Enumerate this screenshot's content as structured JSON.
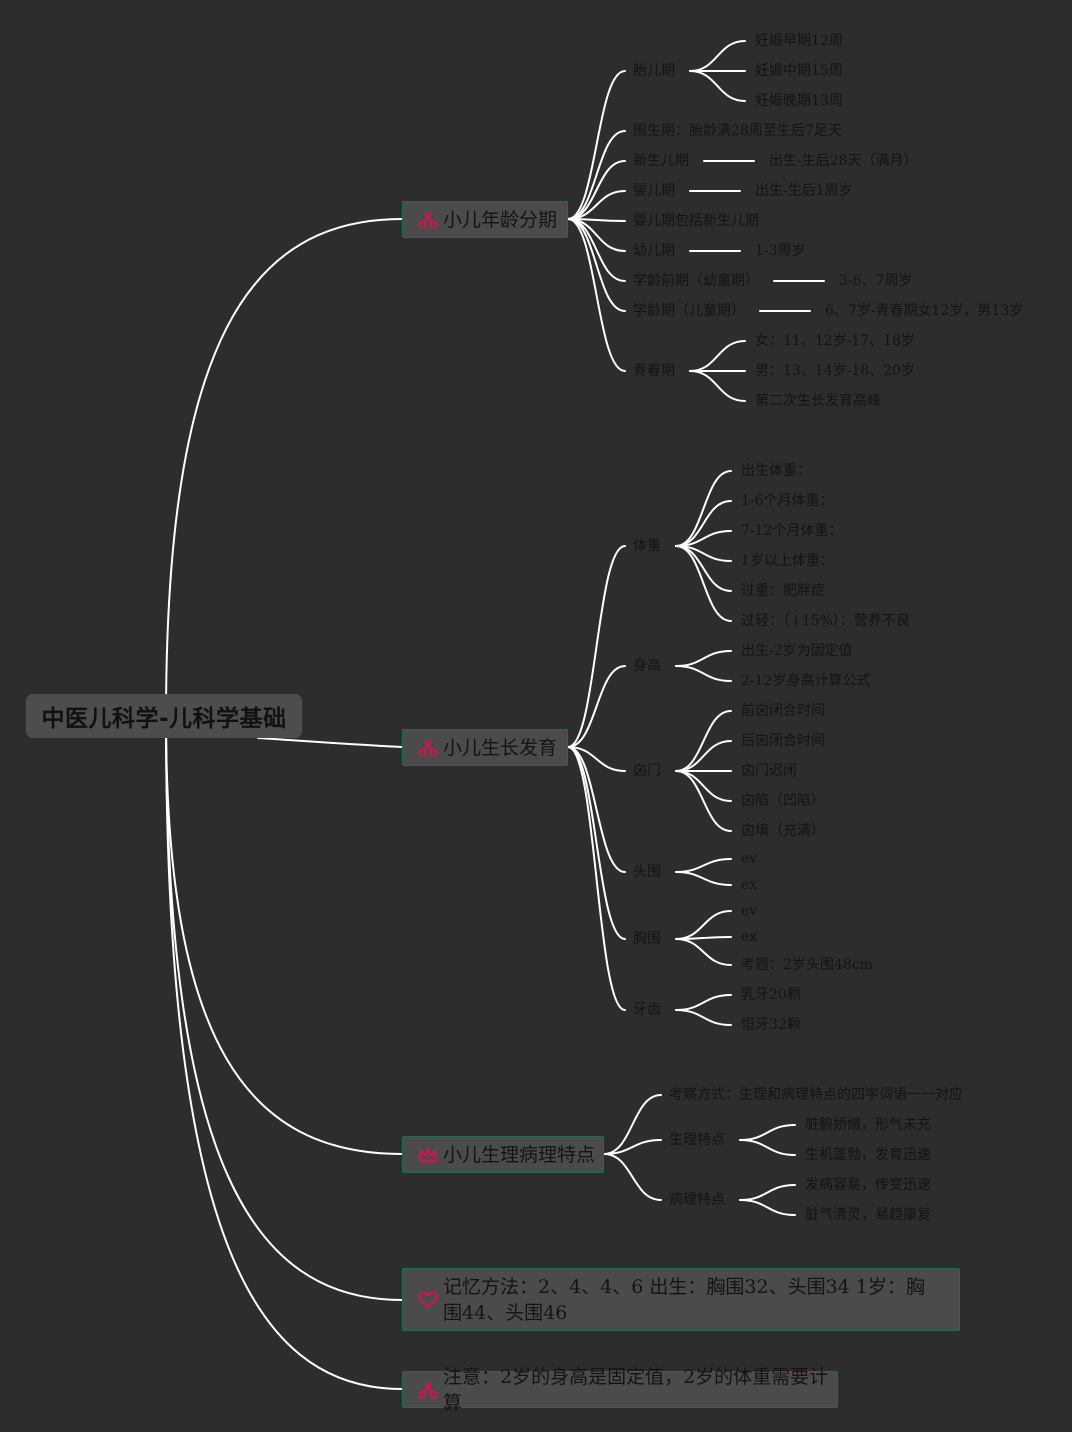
{
  "root": {
    "title": "中医儿科学-儿科学基础"
  },
  "colors": {
    "background": "#2d2d2d",
    "line": "#ffffff",
    "topic_fill": "#4b4b4b",
    "topic_border": "#1d6b5c",
    "icon": "#d8124f",
    "text": "#141414"
  },
  "branches": [
    {
      "label": "小儿年龄分期",
      "icon": "scissors-icon",
      "children": [
        {
          "label": "胎儿期",
          "children": [
            "妊娠早期12周",
            "妊娠中期15周",
            "妊娠晚期13周"
          ]
        },
        {
          "label": "围生期：胎龄满28周至生后7足天"
        },
        {
          "label": "新生儿期",
          "children": [
            "出生-生后28天（满月）"
          ]
        },
        {
          "label": "婴儿期",
          "children": [
            "出生-生后1周岁"
          ]
        },
        {
          "label": "婴儿期包括新生儿期"
        },
        {
          "label": "幼儿期",
          "children": [
            "1-3周岁"
          ]
        },
        {
          "label": "学龄前期（幼童期）",
          "children": [
            "3-6、7周岁"
          ]
        },
        {
          "label": "学龄期（儿童期）",
          "children": [
            "6、7岁-青春期女12岁，男13岁"
          ]
        },
        {
          "label": "青春期",
          "children": [
            "女：11、12岁-17、18岁",
            "男：13、14岁-18、20岁",
            "第二次生长发育高峰"
          ]
        }
      ]
    },
    {
      "label": "小儿生长发育",
      "icon": "scissors-icon",
      "children": [
        {
          "label": "体重",
          "children": [
            "出生体重：",
            "1-6个月体重：",
            "7-12个月体重：",
            "1岁以上体重：",
            "过重：肥胖症",
            "过轻：（↓15%）：营养不良"
          ]
        },
        {
          "label": "身高",
          "children": [
            "出生-2岁为固定值",
            "2-12岁身高计算公式"
          ]
        },
        {
          "label": "囟门",
          "children": [
            "前囟闭合时间",
            "后囟闭合时间",
            "囟门迟闭",
            "囟陷（凹陷）",
            "囟填（充满）"
          ]
        },
        {
          "label": "头围",
          "children": [
            "ev",
            "ex"
          ]
        },
        {
          "label": "胸围",
          "children": [
            "ev",
            "ex",
            "考题：2岁头围48cm"
          ]
        },
        {
          "label": "牙齿",
          "children": [
            "乳牙20颗",
            "恒牙32颗"
          ]
        }
      ]
    },
    {
      "label": "小儿生理病理特点",
      "icon": "crown-icon",
      "children": [
        {
          "label": "考察方式：生理和病理特点的四字词语一一对应"
        },
        {
          "label": "生理特点",
          "children": [
            "脏腑娇嫩，形气未充",
            "生机蓬勃，发育迅速"
          ]
        },
        {
          "label": "病理特点",
          "children": [
            "发病容易，传变迅速",
            "脏气清灵，易趋康复"
          ]
        }
      ]
    },
    {
      "label": "记忆方法：2、4、4、6 出生：胸围32、头围34 1岁：胸围44、头围46",
      "icon": "heart-icon"
    },
    {
      "label": "注意：2岁的身高是固定值，2岁的体重需要计算",
      "icon": "scissors-icon"
    }
  ]
}
